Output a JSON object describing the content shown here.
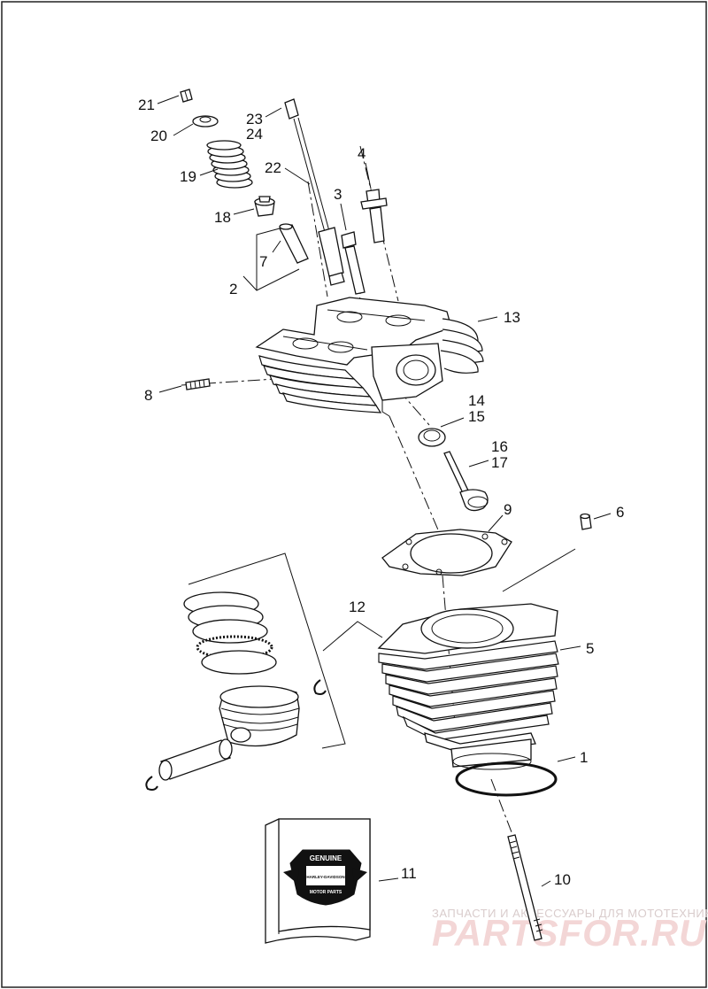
{
  "diagram": {
    "callouts": [
      {
        "id": "c1",
        "label": "1"
      },
      {
        "id": "c2",
        "label": "2"
      },
      {
        "id": "c3",
        "label": "3"
      },
      {
        "id": "c4",
        "label": "4"
      },
      {
        "id": "c5",
        "label": "5"
      },
      {
        "id": "c6",
        "label": "6"
      },
      {
        "id": "c7",
        "label": "7"
      },
      {
        "id": "c8",
        "label": "8"
      },
      {
        "id": "c9",
        "label": "9"
      },
      {
        "id": "c10",
        "label": "10"
      },
      {
        "id": "c11",
        "label": "11"
      },
      {
        "id": "c12",
        "label": "12"
      },
      {
        "id": "c13",
        "label": "13"
      },
      {
        "id": "c14",
        "label": "14"
      },
      {
        "id": "c15",
        "label": "15"
      },
      {
        "id": "c16",
        "label": "16"
      },
      {
        "id": "c17",
        "label": "17"
      },
      {
        "id": "c18",
        "label": "18"
      },
      {
        "id": "c19",
        "label": "19"
      },
      {
        "id": "c20",
        "label": "20"
      },
      {
        "id": "c21",
        "label": "21"
      },
      {
        "id": "c22",
        "label": "22"
      },
      {
        "id": "c23",
        "label": "23"
      },
      {
        "id": "c24",
        "label": "24"
      }
    ]
  },
  "kit_box": {
    "logo_word_top": "GENUINE",
    "logo_word_mid": "HARLEY-DAVIDSON",
    "logo_word_bottom": "MOTOR PARTS"
  },
  "watermark": {
    "tagline": "ЗАПЧАСТИ И АКСЕССУАРЫ ДЛЯ МОТОТЕХНИКИ",
    "brand": "PARTSFOR.RU"
  },
  "colors": {
    "line": "#111111",
    "watermark_small": "#d9cccc",
    "watermark_big": "#f3d6d6"
  }
}
